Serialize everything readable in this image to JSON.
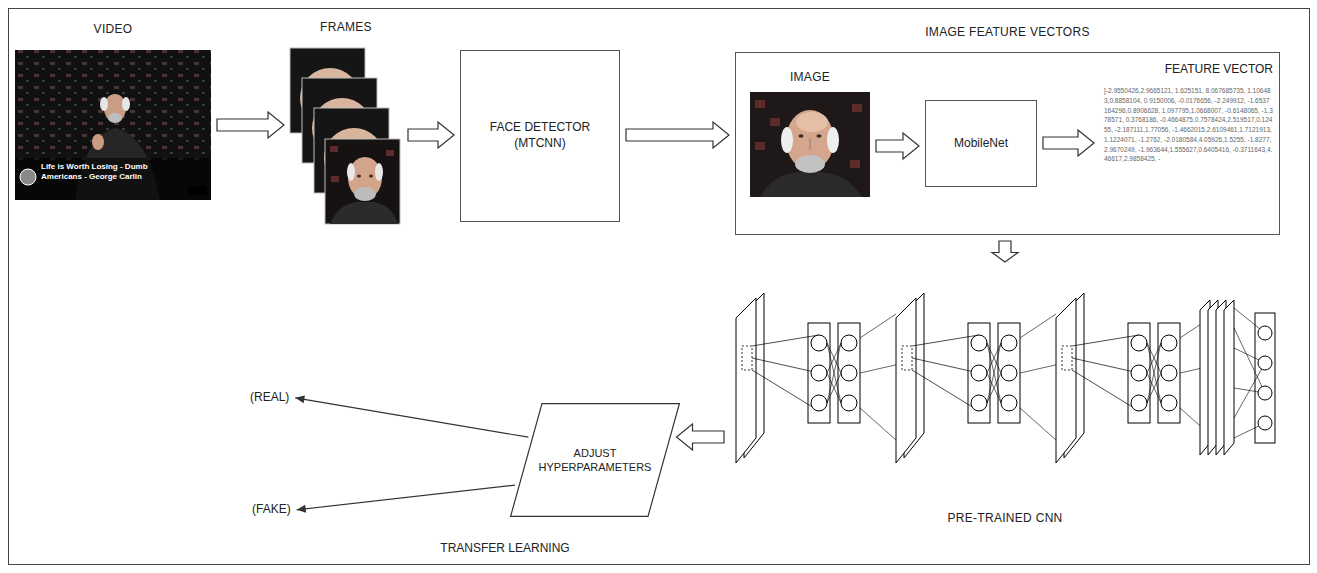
{
  "diagram": {
    "nodes": [
      {
        "text": [
          "VIDEO",
          "Life is Worth Losing - Dumb Americans - George Carlin"
        ]
      },
      {
        "text": [
          "FRAMES"
        ]
      },
      {
        "text": [
          "FACE DETECTOR (MTCNN)"
        ]
      },
      {
        "text": [
          "IMAGE FEATURE VECTORS"
        ]
      },
      {
        "text": [
          "IMAGE"
        ],
        "in": 3
      },
      {
        "text": [
          "MobileNet"
        ],
        "in": 3
      },
      {
        "text": [
          "FEATURE VECTOR",
          "[-2.9550426,2.9665121, 1.625151, 8.067685735, 1.106483,0.8858104, 0.9150006, -0.0176656, -2.249912, -1.6537164296,0.8906628, 1.097795,1.0668007, -0.6148065, -1.378571, 0.3768186, -0.4664875,0.7578424,2.519517,0.12455, -2.187111,1.77056, -1.4662015,2.6109461,1.7121913,1.1224071, -1.2762, -2.0180584,4.05926,1.5255, -1.8277, 2.9670249, -1.963644,1.555627,0.6405416, -0.3711643,4.46617,2.9858425, -"
        ],
        "in": 3
      },
      {
        "text": [
          "PRE-TRAINED CNN"
        ]
      },
      {
        "text": [
          "ADJUST HYPERPARAMETERS"
        ]
      },
      {
        "text": [
          "(REAL)"
        ]
      },
      {
        "text": [
          "(FAKE)"
        ]
      }
    ],
    "edges": [
      {
        "from": 0,
        "to": 1,
        "arrow": "to"
      },
      {
        "from": 1,
        "to": 2,
        "arrow": "to"
      },
      {
        "from": 2,
        "to": 3,
        "arrow": "to"
      },
      {
        "from": 4,
        "to": 5,
        "arrow": "to"
      },
      {
        "from": 5,
        "to": 6,
        "arrow": "to"
      },
      {
        "from": 3,
        "to": 7,
        "arrow": "to"
      },
      {
        "from": 7,
        "to": 8,
        "arrow": "to"
      },
      {
        "from": 8,
        "to": 9,
        "arrow": "to"
      },
      {
        "from": 8,
        "to": 10,
        "arrow": "to"
      }
    ],
    "labels": [
      "TRANSFER LEARNING"
    ]
  }
}
